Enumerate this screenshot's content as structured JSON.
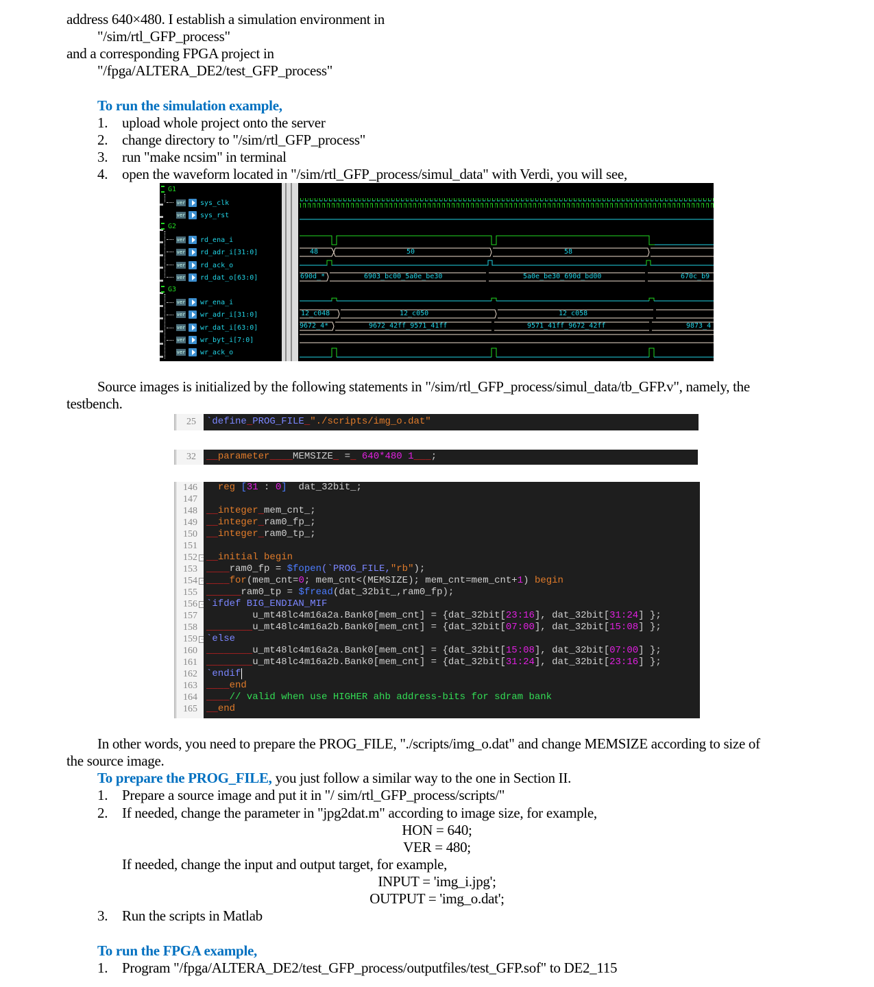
{
  "paragraphs": {
    "p1": "address 640×480. I establish a simulation environment in",
    "p2": "\"/sim/rtl_GFP_process\"",
    "p3": "and a corresponding FPGA project in",
    "p4": "\"/fpga/ALTERA_DE2/test_GFP_process\""
  },
  "sim_section": {
    "heading": "To run the simulation example,",
    "steps": [
      {
        "num": "1.",
        "text": "upload whole project onto the server"
      },
      {
        "num": "2.",
        "text": "change directory to \"/sim/rtl_GFP_process\""
      },
      {
        "num": "3.",
        "text": "run \"make ncsim\" in terminal"
      },
      {
        "num": "4.",
        "text": "open the waveform located in \"/sim/rtl_GFP_process/simul_data\" with Verdi, you will see,"
      }
    ]
  },
  "waveform": {
    "groups": [
      "G1",
      "G2",
      "G3"
    ],
    "signals": [
      {
        "tag": "ver",
        "name": "sys_clk"
      },
      {
        "tag": "ver",
        "name": "sys_rst"
      },
      {
        "tag": "ver",
        "name": "rd_ena_i"
      },
      {
        "tag": "ver",
        "name": "rd_adr_i[31:0]"
      },
      {
        "tag": "ver",
        "name": "rd_ack_o"
      },
      {
        "tag": "ver",
        "name": "rd_dat_o[63:0]"
      },
      {
        "tag": "ver",
        "name": "wr_ena_i"
      },
      {
        "tag": "ver",
        "name": "wr_adr_i[31:0]"
      },
      {
        "tag": "ver",
        "name": "wr_dat_i[63:0]"
      },
      {
        "tag": "ver",
        "name": "wr_byt_i[7:0]"
      },
      {
        "tag": "ver",
        "name": "wr_ack_o"
      }
    ],
    "values": {
      "rd_adr": [
        "48",
        "50",
        "58"
      ],
      "rd_dat": [
        "690d_*",
        "6903_bc00_5a0e_be30",
        "5a0e_be30_690d_bd00",
        "670c_b9"
      ],
      "wr_adr": [
        "12_c048",
        "12_c050",
        "12_c058"
      ],
      "wr_dat": [
        "9672_4*",
        "9672_42ff_9571_41ff",
        "9571_41ff_9672_42ff",
        "9873_4"
      ]
    },
    "colors": {
      "background": "#000000",
      "signal": "#22d4e6",
      "active": "#22dd22",
      "bus": "#f0e0d0"
    }
  },
  "source_para": {
    "line1": "Source images is initialized by the following statements in \"/sim/rtl_GFP_process/simul_data/tb_GFP.v\", namely, the",
    "line2": "testbench."
  },
  "code": {
    "snippet1": {
      "line_no": "25",
      "directive": "`define",
      "name": "PROG_FILE",
      "value": "\"./scripts/img_o.dat\""
    },
    "snippet2": {
      "line_no": "32",
      "keyword": "parameter",
      "name": "MEMSIZE",
      "op": "=",
      "value": "640*480",
      "suffix": "1",
      "end": ";"
    },
    "snippet3": {
      "line_numbers": [
        "146",
        "147",
        "148",
        "149",
        "150",
        "151",
        "152",
        "153",
        "154",
        "155",
        "156",
        "157",
        "158",
        "159",
        "160",
        "161",
        "162",
        "163",
        "164",
        "165"
      ],
      "l146": {
        "kw": "reg",
        "range_a": "31",
        "range_b": "0",
        "rest": "dat_32bit_;"
      },
      "l148": {
        "kw": "integer",
        "rest": "mem_cnt_;"
      },
      "l149": {
        "kw": "integer",
        "rest": "ram0_fp_;"
      },
      "l150": {
        "kw": "integer",
        "rest": "ram0_tp_;"
      },
      "l152": {
        "kw": "initial begin"
      },
      "l153": {
        "lhs": "ram0_fp = ",
        "fn": "$fopen",
        "args": "(`PROG_FILE,",
        "str": "\"rb\"",
        "end": ");"
      },
      "l154": {
        "kw": "for",
        "a": "(mem_cnt=",
        "zero": "0",
        "b": "; mem_cnt<(MEMSIZE); mem_cnt=mem_cnt+",
        "one": "1",
        "c": ") ",
        "kw2": "begin"
      },
      "l155": {
        "lhs": "ram0_tp = ",
        "fn": "$fread",
        "args": "(dat_32bit_,ram0_fp);"
      },
      "l156": {
        "pp": "`ifdef BIG_ENDIAN_MIF"
      },
      "l157": {
        "pre": "u_mt48lc4m16a2a.Bank0[mem_cnt] = {dat_32bit[",
        "r1": "23:16",
        "mid": "], dat_32bit[",
        "r2": "31:24",
        "end": "] };"
      },
      "l158": {
        "pre": "u_mt48lc4m16a2b.Bank0[mem_cnt] = {dat_32bit[",
        "r1": "07:00",
        "mid": "], dat_32bit[",
        "r2": "15:08",
        "end": "] };"
      },
      "l159": {
        "pp": "`else"
      },
      "l160": {
        "pre": "u_mt48lc4m16a2a.Bank0[mem_cnt] = {dat_32bit[",
        "r1": "15:08",
        "mid": "], dat_32bit[",
        "r2": "07:00",
        "end": "] };"
      },
      "l161": {
        "pre": "u_mt48lc4m16a2b.Bank0[mem_cnt] = {dat_32bit[",
        "r1": "31:24",
        "mid": "], dat_32bit[",
        "r2": "23:16",
        "end": "] };"
      },
      "l162": {
        "pp": "`endif"
      },
      "l163": {
        "kw": "end"
      },
      "l164": {
        "comment": "// valid when use HIGHER ahb address-bits for sdram bank"
      },
      "l165": {
        "kw": "end"
      }
    }
  },
  "other_words": {
    "line1": "In other words, you need to prepare the PROG_FILE, \"./scripts/img_o.dat\" and change MEMSIZE according to size of",
    "line2": "the source image."
  },
  "prep_section": {
    "heading": "To prepare the PROG_FILE,",
    "heading_rest": " you just follow a similar way to the one in Section II.",
    "steps": [
      {
        "num": "1.",
        "text": "Prepare a source image and put it in \"/ sim/rtl_GFP_process/scripts/\""
      },
      {
        "num": "2.",
        "text": "If needed, change the parameter in \"jpg2dat.m\" according to image size, for example,"
      },
      {
        "num": "3.",
        "text": "Run the scripts in Matlab"
      }
    ],
    "hon": "HON = 640;",
    "ver": "VER = 480;",
    "io_text": "If needed, change the input and output target, for example,",
    "input": "INPUT = 'img_i.jpg';",
    "output": "OUTPUT = 'img_o.dat';"
  },
  "fpga_section": {
    "heading": "To run the FPGA example,",
    "steps": [
      {
        "num": "1.",
        "text": "Program \"/fpga/ALTERA_DE2/test_GFP_process/outputfiles/test_GFP.sof\" to DE2_115"
      }
    ]
  }
}
